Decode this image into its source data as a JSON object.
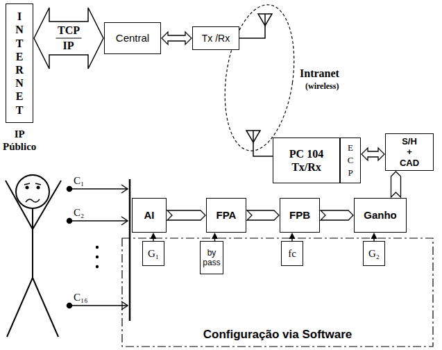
{
  "diagram": {
    "nodes": [
      {
        "text": [
          "INTERNET"
        ]
      },
      {
        "text": [
          "Central"
        ]
      },
      {
        "text": [
          "Tx /Rx"
        ]
      },
      {
        "text": [
          "PC 104 Tx/Rx"
        ]
      },
      {
        "text": [
          "ECP"
        ]
      },
      {
        "text": [
          "S/H + CAD"
        ]
      },
      {
        "text": [
          "AI"
        ]
      },
      {
        "text": [
          "FPA"
        ]
      },
      {
        "text": [
          "FPB"
        ]
      },
      {
        "text": [
          "Ganho"
        ]
      },
      {
        "text": [
          "Configuração via Software"
        ]
      },
      {
        "text": [
          "G₁"
        ],
        "in": 10
      },
      {
        "text": [
          "by pass"
        ],
        "in": 10
      },
      {
        "text": [
          "fc"
        ],
        "in": 10
      },
      {
        "text": [
          "G₂"
        ],
        "in": 10
      }
    ],
    "edges": [
      {
        "from": 0,
        "to": 1,
        "arrow": "both",
        "label": "TCP IP"
      },
      {
        "from": 1,
        "to": 2,
        "arrow": "both"
      },
      {
        "from": 4,
        "to": 5,
        "arrow": "both"
      },
      {
        "from": 6,
        "to": 7,
        "arrow": "to"
      },
      {
        "from": 7,
        "to": 8,
        "arrow": "to"
      },
      {
        "from": 8,
        "to": 9,
        "arrow": "to"
      },
      {
        "from": 9,
        "to": 5,
        "arrow": "to"
      },
      {
        "from": 11,
        "to": 6,
        "arrow": "to"
      },
      {
        "from": 12,
        "to": 7,
        "arrow": "to"
      },
      {
        "from": 13,
        "to": 8,
        "arrow": "to"
      },
      {
        "from": 14,
        "to": 9,
        "arrow": "to"
      }
    ],
    "labels": [
      "IP Público",
      "Intranet",
      "(wireless)",
      "C₁",
      "C₂",
      "C₁₆"
    ]
  }
}
